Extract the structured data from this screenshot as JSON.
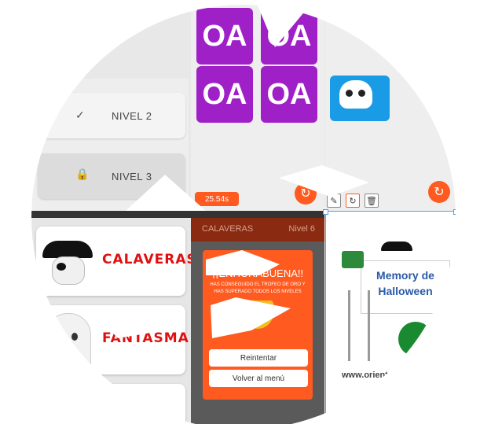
{
  "levels": [
    {
      "label": "NIVEL 2",
      "icon": "check-icon"
    },
    {
      "label": "NIVEL 3",
      "icon": "lock-icon"
    }
  ],
  "tiles": {
    "text": "OA",
    "color": "#a020c8"
  },
  "timer": "25.54s",
  "categories": [
    {
      "label": "CALAVERAS",
      "icon": "pirate-skull-icon"
    },
    {
      "label": "FANTASMA",
      "icon": "ghost-icon"
    }
  ],
  "game_header": {
    "title": "CALAVERAS",
    "level": "Nivel 6"
  },
  "dialog": {
    "title": "¡¡ENHORABUENA!!",
    "message": "HAS CONSEGUIDO EL TROFEO DE ORO Y HAS SUPERADO TODOS LOS NIVELES",
    "retry": "Reintentar",
    "menu": "Volver al menú"
  },
  "card": {
    "title": "Memory de Halloween",
    "url": "www.orientac"
  },
  "colors": {
    "accent": "#ff5a1f",
    "purple": "#a020c8",
    "red": "#e01010"
  }
}
